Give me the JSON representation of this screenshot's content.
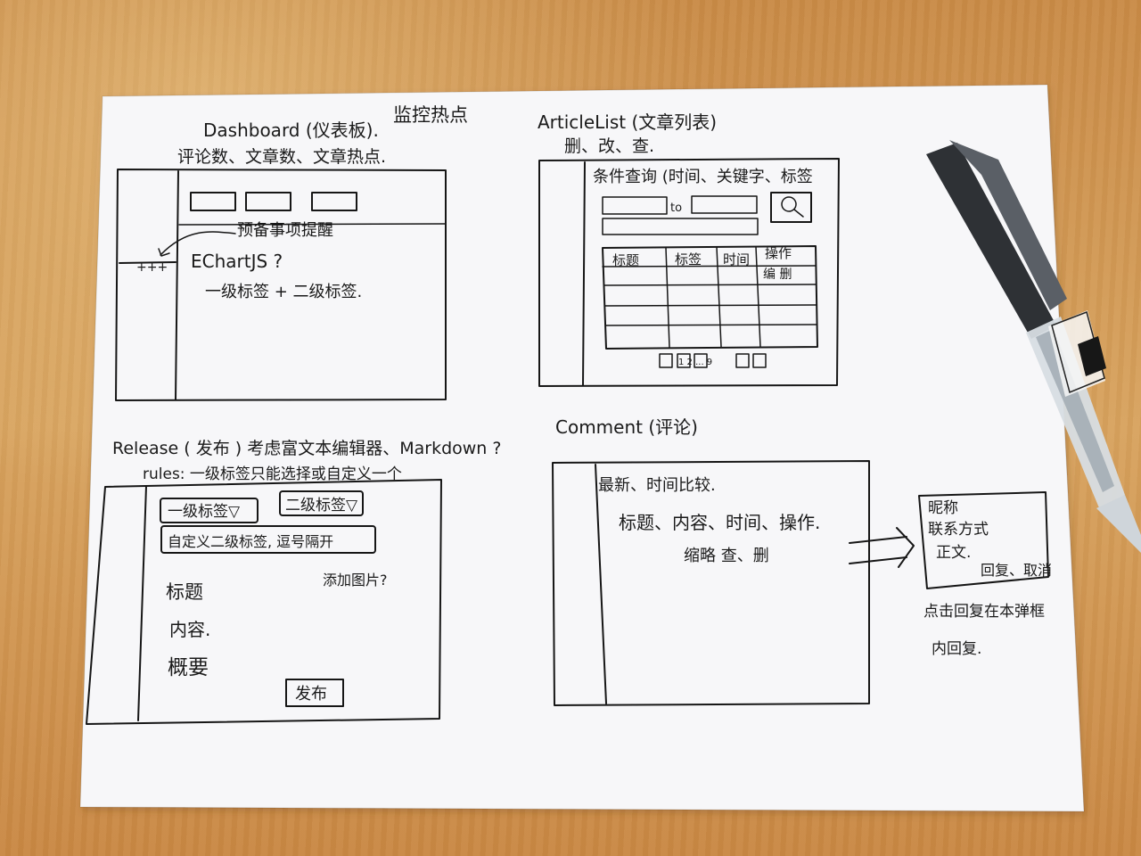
{
  "sketch": {
    "dashboard": {
      "title": "Dashboard (仪表板).",
      "subtitle": "评论数、文章数、文章热点.",
      "monitor": "监控热点",
      "reminder": "预备事项提醒",
      "chart": "EChartJS ?",
      "tags": "一级标签   +   二级标签.",
      "plus": "+++"
    },
    "articleList": {
      "title": "ArticleList (文章列表)",
      "actions": "删、改、查.",
      "query": "条件查询 (时间、关键字、标签",
      "to": "to",
      "headers": [
        "标题",
        "标签",
        "时间",
        "操作"
      ],
      "actionsCol": "编 删",
      "pagination": "1 2 ... 9"
    },
    "release": {
      "title": "Release ( 发布 )  考虑富文本编辑器、Markdown ?",
      "rules": "rules: 一级标签只能选择或自定义一个",
      "level1": "一级标签▽",
      "level2": "二级标签▽",
      "custom": "自定义二级标签, 逗号隔开",
      "addImage": "添加图片?",
      "titleField": "标题",
      "contentField": "内容.",
      "summaryField": "概要",
      "publish": "发布"
    },
    "comment": {
      "title": "Comment (评论)",
      "sort": "最新、时间比较.",
      "row1": "标题、内容、时间、操作.",
      "row2": "缩略        查、删",
      "popupNick": "昵称",
      "popupContact": "联系方式",
      "popupBody": "正文.",
      "popupActions": "回复、取消",
      "popupNote": "点击回复在本弹框",
      "popupNote2": "内回复."
    }
  }
}
